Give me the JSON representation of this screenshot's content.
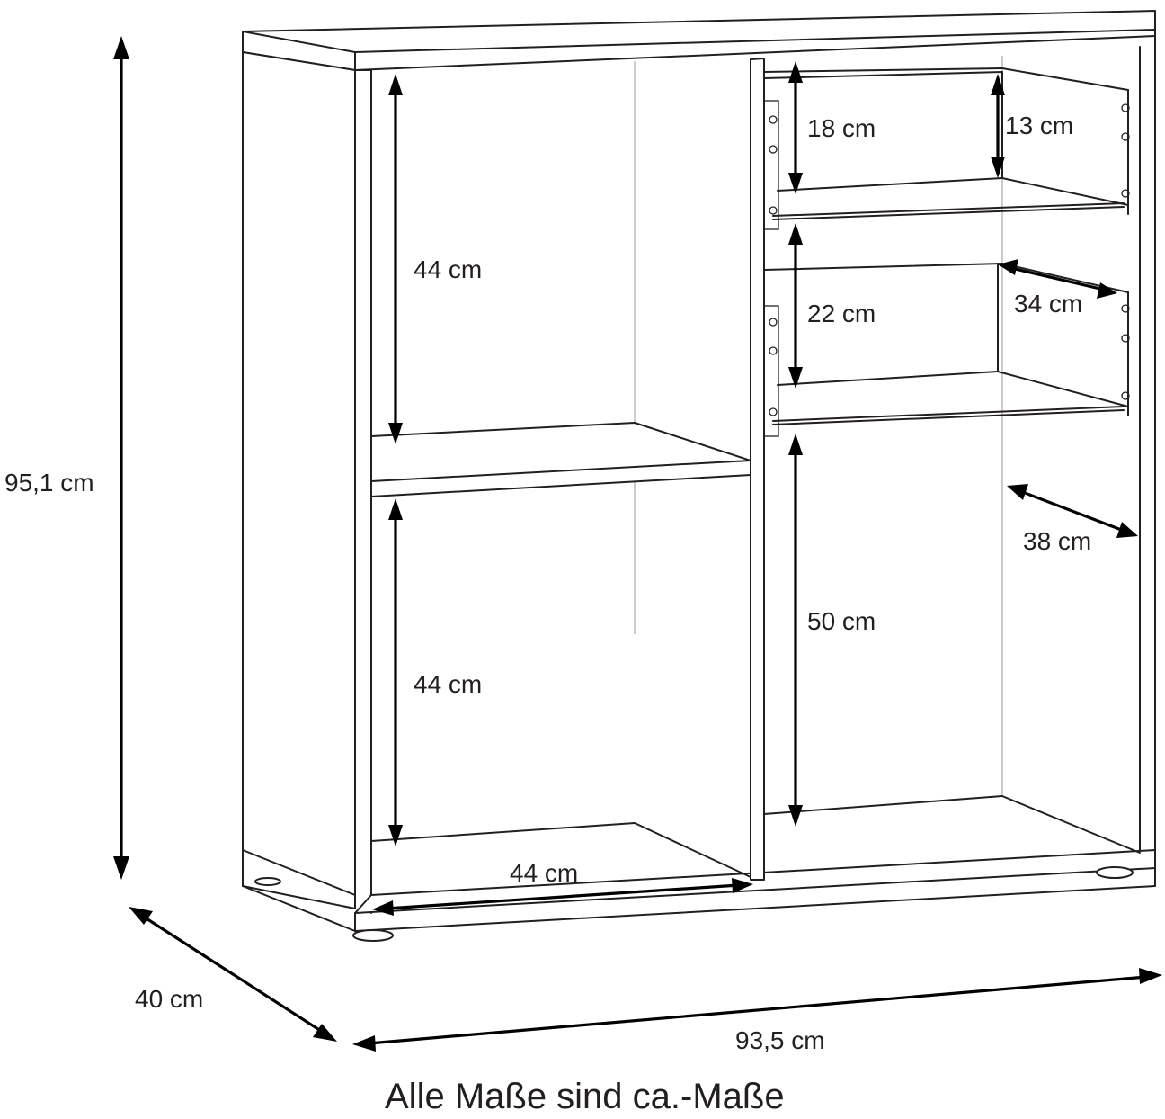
{
  "dimensions": {
    "height_total": "95,1 cm",
    "depth_total": "40 cm",
    "width_total": "93,5 cm",
    "left_upper_compartment_height": "44 cm",
    "left_lower_compartment_height": "44 cm",
    "left_compartment_width": "44 cm",
    "drawer_upper_front_height": "18 cm",
    "drawer_upper_side_height": "13 cm",
    "drawer_lower_front_height": "22 cm",
    "drawer_depth": "34 cm",
    "right_open_compartment_height": "50 cm",
    "right_compartment_depth": "38 cm"
  },
  "caption": "Alle Maße sind ca.-Maße"
}
